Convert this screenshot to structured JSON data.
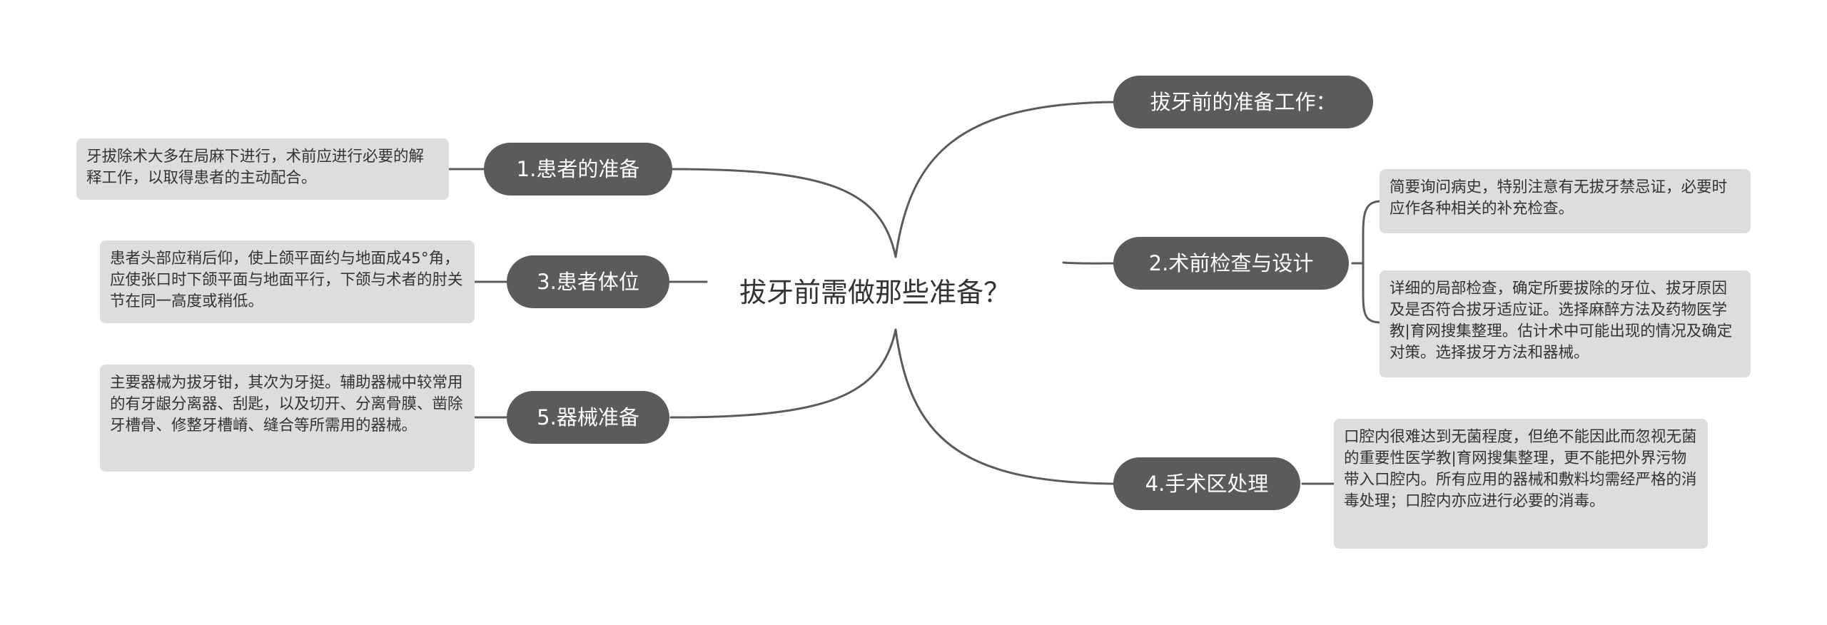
{
  "mindmap": {
    "center": "拔牙前需做那些准备？",
    "topics": {
      "prep_work": "拔牙前的准备工作：",
      "patient_prep": "1.患者的准备",
      "preop_check": "2.术前检查与设计",
      "patient_position": "3.患者体位",
      "surgical_area": "4.手术区处理",
      "instrument_prep": "5.器械准备"
    },
    "leaves": {
      "patient_prep_note": "牙拔除术大多在局麻下进行，术前应进行必要的解释工作，以取得患者的主动配合。",
      "patient_position_note": "患者头部应稍后仰，使上颌平面约与地面成45°角，应使张口时下颌平面与地面平行，下颌与术者的肘关节在同一高度或稍低。",
      "instrument_prep_note": "主要器械为拔牙钳，其次为牙挺。辅助器械中较常用的有牙龈分离器、刮匙，以及切开、分离骨膜、凿除牙槽骨、修整牙槽嵴、缝合等所需用的器械。",
      "preop_check_note_1": "简要询问病史，特别注意有无拔牙禁忌证，必要时应作各种相关的补充检查。",
      "preop_check_note_2": "详细的局部检查，确定所要拔除的牙位、拔牙原因及是否符合拔牙适应证。选择麻醉方法及药物医学教|育网搜集整理。估计术中可能出现的情况及确定对策。选择拔牙方法和器械。",
      "surgical_area_note": "口腔内很难达到无菌程度，但绝不能因此而忽视无菌的重要性医学教|育网搜集整理，更不能把外界污物带入口腔内。所有应用的器械和敷料均需经严格的消毒处理；口腔内亦应进行必要的消毒。"
    }
  },
  "colors": {
    "topic_fill": "#5b5b5b",
    "leaf_fill": "#dddddd",
    "line": "#5b5b5b",
    "text_dark": "#333333"
  }
}
